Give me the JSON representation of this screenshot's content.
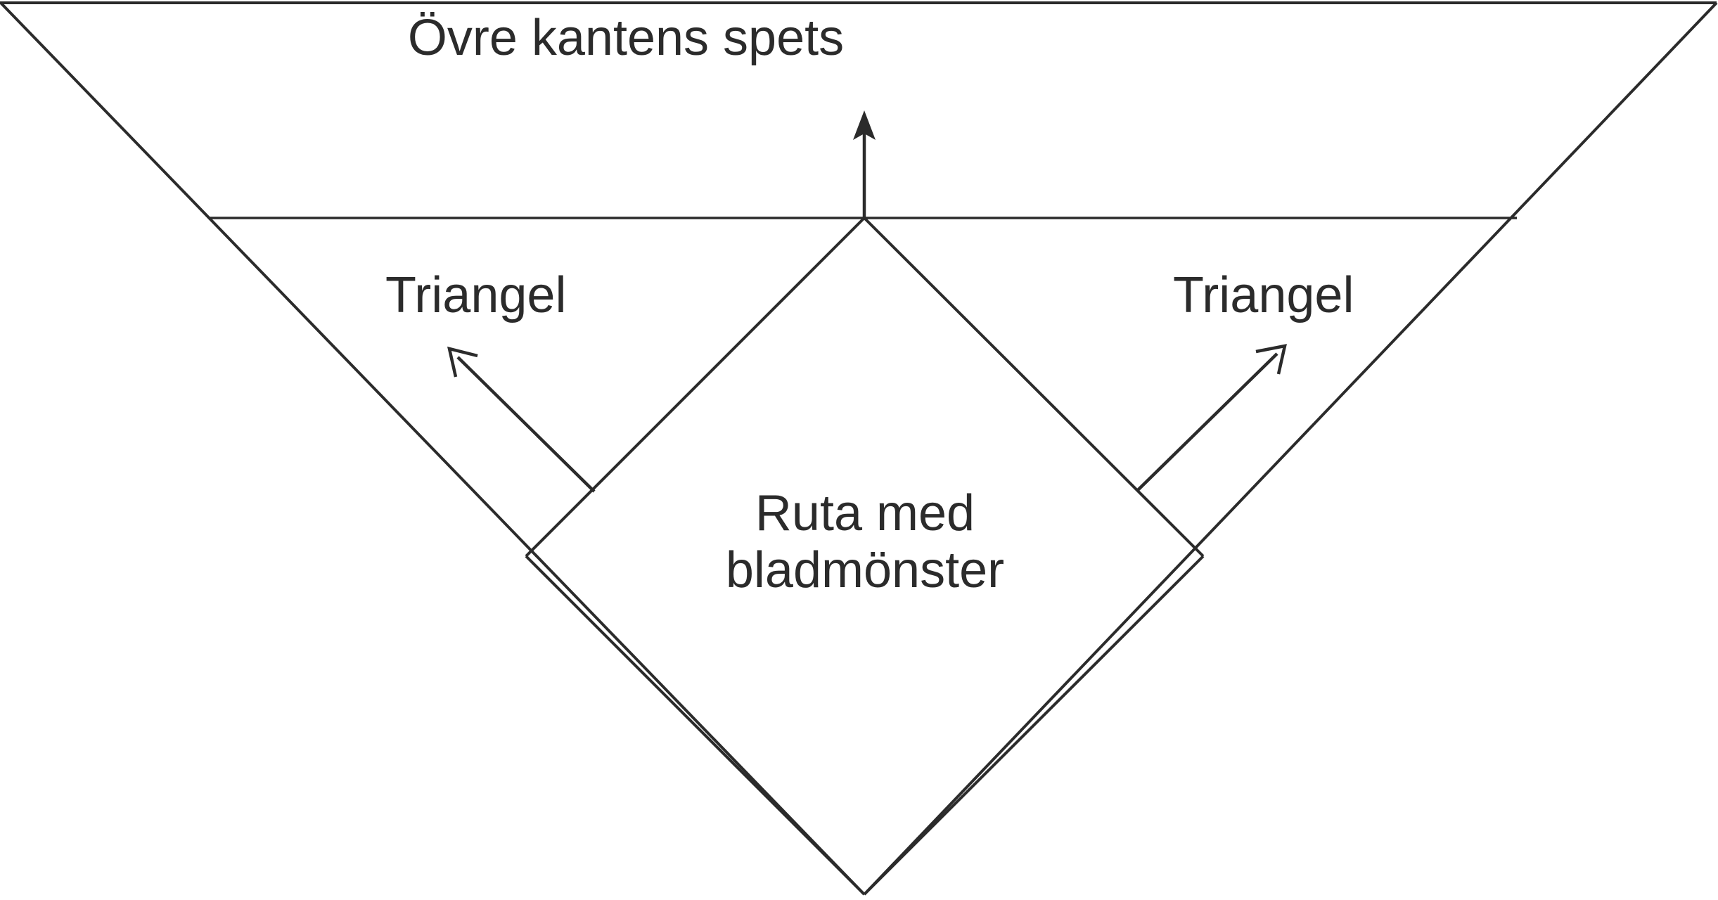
{
  "diagram": {
    "title_label": "Övre kantens spets",
    "left_label": "Triangel",
    "right_label": "Triangel",
    "center_label": "Ruta med\nbladmönster",
    "colors": {
      "stroke": "#2b2b2b",
      "background": "#ffffff",
      "text": "#2b2b2b"
    },
    "shapes": {
      "outer_triangle": "Inverted triangle with apex at bottom center",
      "inner_diamond": "Rotated square (diamond) in lower center",
      "horizontal_divider": "Horizontal line across the triangle at the diamond apex height"
    },
    "annotations": [
      {
        "name": "top-edge-point-arrow",
        "label": "Övre kantens spets",
        "direction": "up",
        "target": "apex of upper edge / centre of horizontal line"
      },
      {
        "name": "left-triangle-arrow",
        "label": "Triangel",
        "direction": "up-left",
        "target": "left triangular region"
      },
      {
        "name": "right-triangle-arrow",
        "label": "Triangel",
        "direction": "up-right",
        "target": "right triangular region"
      },
      {
        "name": "center-square-label",
        "label": "Ruta med bladmönster",
        "direction": "none",
        "target": "central diamond region"
      }
    ]
  }
}
